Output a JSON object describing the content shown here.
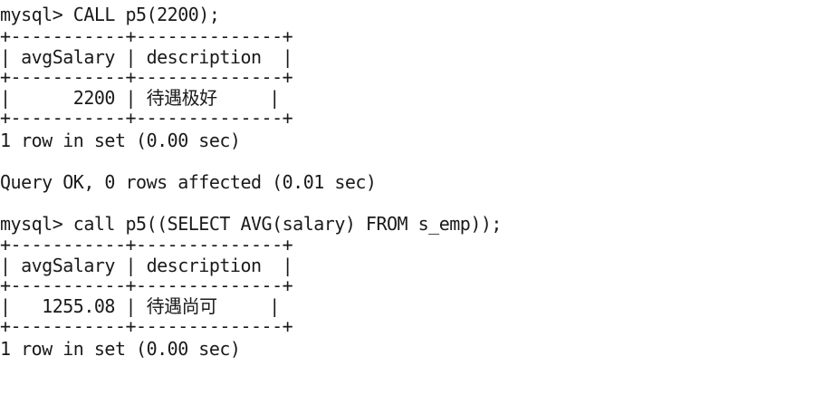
{
  "session": {
    "block1": {
      "prompt_line": "mysql> CALL p5(2200);",
      "border_top": "+-----------+--------------+",
      "header_row": "| avgSalary | description  |",
      "border_mid": "+-----------+--------------+",
      "data_row": "|      2200 | 待遇极好     |",
      "border_bottom": "+-----------+--------------+",
      "result_summary": "1 row in set (0.00 sec)",
      "query_ok": "Query OK, 0 rows affected (0.01 sec)"
    },
    "block2": {
      "prompt_line": "mysql> call p5((SELECT AVG(salary) FROM s_emp));",
      "border_top": "+-----------+--------------+",
      "header_row": "| avgSalary | description  |",
      "border_mid": "+-----------+--------------+",
      "data_row": "|   1255.08 | 待遇尚可     |",
      "border_bottom": "+-----------+--------------+",
      "result_summary": "1 row in set (0.00 sec)"
    }
  }
}
